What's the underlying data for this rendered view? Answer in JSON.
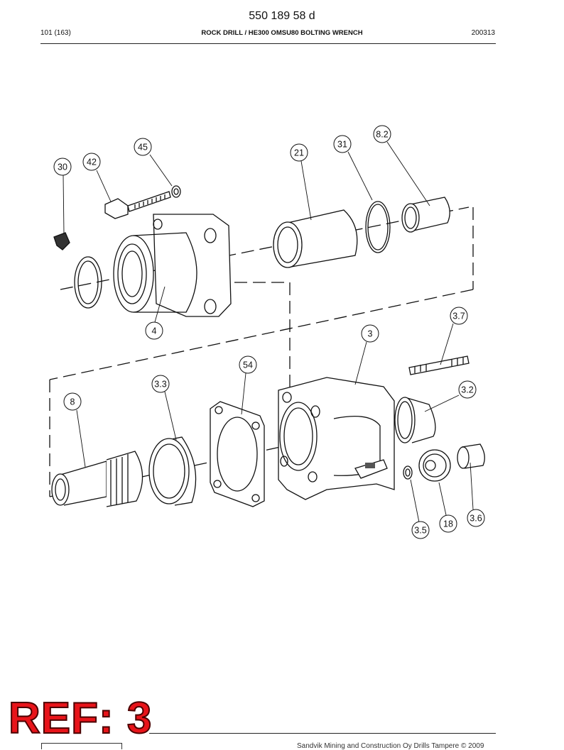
{
  "header": {
    "doc_number": "550 189 58 d",
    "page": "101 (163)",
    "title": "ROCK DRILL / HE300 OMSU80 BOLTING WRENCH",
    "date": "200313"
  },
  "callouts": {
    "c30": "30",
    "c42": "42",
    "c45": "45",
    "c21": "21",
    "c31": "31",
    "c8_2": "8.2",
    "c4": "4",
    "c3": "3",
    "c3_7": "3.7",
    "c54": "54",
    "c3_3": "3.3",
    "c8": "8",
    "c3_2": "3.2",
    "c3_6": "3.6",
    "c18": "18",
    "c3_5": "3.5"
  },
  "stamp": {
    "text": "REF: 3",
    "color": "#e8141a"
  },
  "footer": {
    "copyright": "Sandvik Mining and Construction Oy Drills Tampere © 2009"
  }
}
